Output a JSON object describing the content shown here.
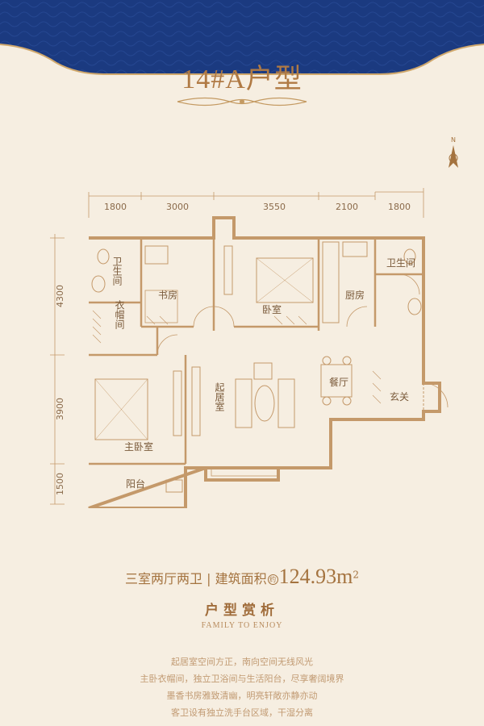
{
  "title": "14#A户型",
  "dimensions": {
    "top": [
      "1800",
      "3000",
      "3550",
      "2100",
      "1800"
    ],
    "left": [
      "4300",
      "3900",
      "1500"
    ]
  },
  "rooms": {
    "guest_bath": "卫生间",
    "cloakroom": "衣帽间",
    "study": "书房",
    "bedroom": "卧室",
    "kitchen": "厨房",
    "master_bath": "卫生间",
    "master_bedroom": "主卧室",
    "living": "起居室",
    "dining": "餐厅",
    "entry": "玄关",
    "balcony": "阳台"
  },
  "summary": {
    "layout": "三室两厅两卫",
    "area_label": "建筑面积",
    "area_circle": "约",
    "area_value": "124.93m",
    "area_sup": "2"
  },
  "subtitle": "户型赏析",
  "english": "FAMILY TO ENJOY",
  "description": [
    "起居室空间方正，南向空间无线风光",
    "主卧衣帽间，独立卫浴间与生活阳台，尽享奢阔境界",
    "墨香书房雅致清幽，明亮轩敞亦静亦动",
    "客卫设有独立洗手台区域，干湿分离"
  ],
  "colors": {
    "banner": "#1b3a80",
    "wall": "#c4996a",
    "accent": "#a4733f",
    "background": "#f6eee1"
  }
}
